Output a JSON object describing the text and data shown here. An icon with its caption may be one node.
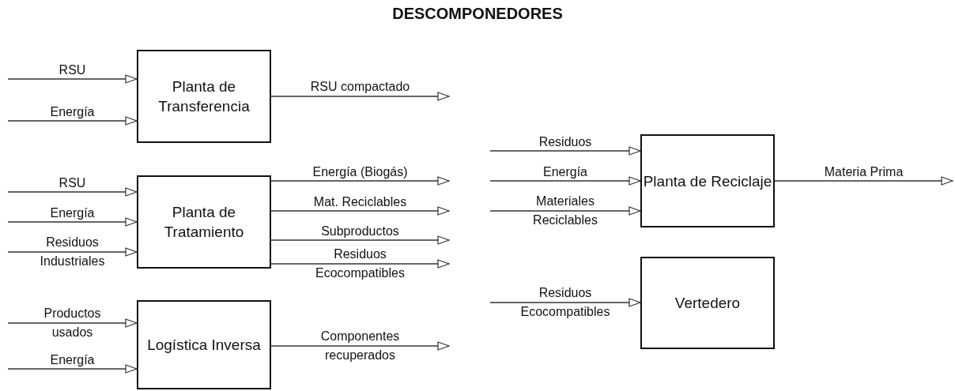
{
  "diagram": {
    "title": "DESCOMPONEDORES",
    "nodes": [
      {
        "text": [
          "Planta de Transferencia"
        ]
      },
      {
        "text": [
          "Planta de Tratamiento"
        ]
      },
      {
        "text": [
          "Logística Inversa"
        ]
      },
      {
        "text": [
          "Planta de Reciclaje"
        ]
      },
      {
        "text": [
          "Vertedero"
        ]
      }
    ],
    "edges": [
      {
        "from": null,
        "to": 0,
        "arrow": "to",
        "label": "RSU"
      },
      {
        "from": null,
        "to": 0,
        "arrow": "to",
        "label": "Energía"
      },
      {
        "from": 0,
        "to": null,
        "arrow": "to",
        "label": "RSU compactado"
      },
      {
        "from": null,
        "to": 1,
        "arrow": "to",
        "label": "RSU"
      },
      {
        "from": null,
        "to": 1,
        "arrow": "to",
        "label": "Energía"
      },
      {
        "from": null,
        "to": 1,
        "arrow": "to",
        "label": "Residuos Industriales"
      },
      {
        "from": 1,
        "to": null,
        "arrow": "to",
        "label": "Energía (Biogás)"
      },
      {
        "from": 1,
        "to": null,
        "arrow": "to",
        "label": "Mat. Reciclables"
      },
      {
        "from": 1,
        "to": null,
        "arrow": "to",
        "label": "Subproductos"
      },
      {
        "from": 1,
        "to": null,
        "arrow": "to",
        "label": "Residuos Ecocompatibles"
      },
      {
        "from": null,
        "to": 2,
        "arrow": "to",
        "label": "Productos usados"
      },
      {
        "from": null,
        "to": 2,
        "arrow": "to",
        "label": "Energía"
      },
      {
        "from": 2,
        "to": null,
        "arrow": "to",
        "label": "Componentes recuperados"
      },
      {
        "from": null,
        "to": 3,
        "arrow": "to",
        "label": "Residuos"
      },
      {
        "from": null,
        "to": 3,
        "arrow": "to",
        "label": "Energía"
      },
      {
        "from": null,
        "to": 3,
        "arrow": "to",
        "label": "Materiales Reciclables"
      },
      {
        "from": 3,
        "to": null,
        "arrow": "to",
        "label": "Materia Prima"
      },
      {
        "from": null,
        "to": 4,
        "arrow": "to",
        "label": "Residuos Ecocompatibles"
      }
    ]
  }
}
